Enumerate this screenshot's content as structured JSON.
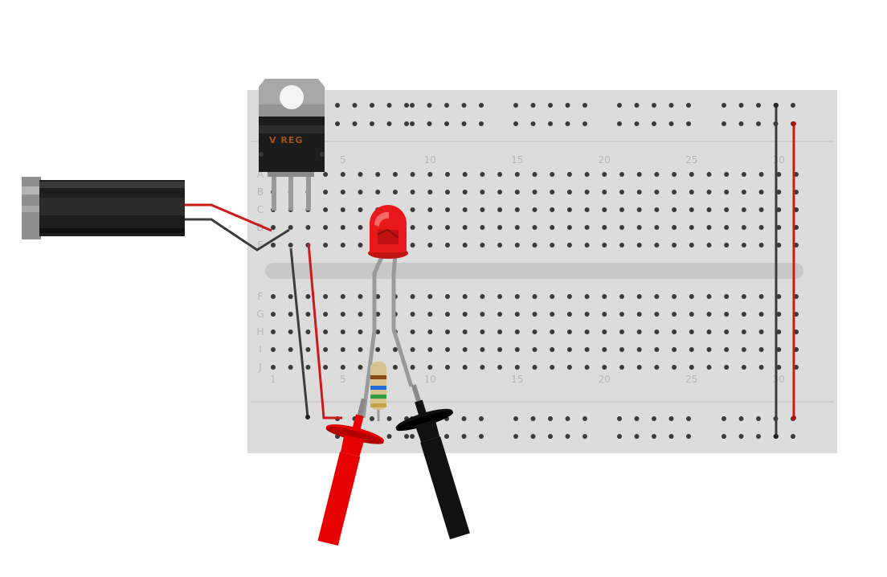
{
  "breadboard": {
    "column_labels": [
      "1",
      "5",
      "10",
      "15",
      "20",
      "25",
      "30"
    ],
    "column_numbers": [
      1,
      5,
      10,
      15,
      20,
      25,
      30
    ],
    "top_row_labels": [
      "A",
      "B",
      "C",
      "D",
      "E"
    ],
    "bottom_row_labels": [
      "F",
      "G",
      "H",
      "I",
      "J"
    ],
    "colors": {
      "board": "#dcdcdc",
      "hole": "#3a3a3a",
      "divider": "#c8c8c8",
      "label": "#b5b5b5"
    }
  },
  "regulator": {
    "label": "V REG",
    "colors": {
      "tab": "#a8a8a8",
      "body": "#1c1c1c",
      "text": "#a0521d"
    }
  },
  "led": {
    "color": "#e8191b"
  },
  "resistor": {
    "bands": [
      "#8b4513",
      "#1e6fd9",
      "#2e9e3e",
      "#c8a24a"
    ]
  },
  "wires": {
    "red": "#cc1a1a",
    "black": "#3c3c3c"
  },
  "probes": {
    "red": "#e60000",
    "black": "#111111"
  },
  "power_jack": {
    "colors": {
      "body": "#1e1e1e",
      "ring": "#8e8e8e"
    }
  }
}
